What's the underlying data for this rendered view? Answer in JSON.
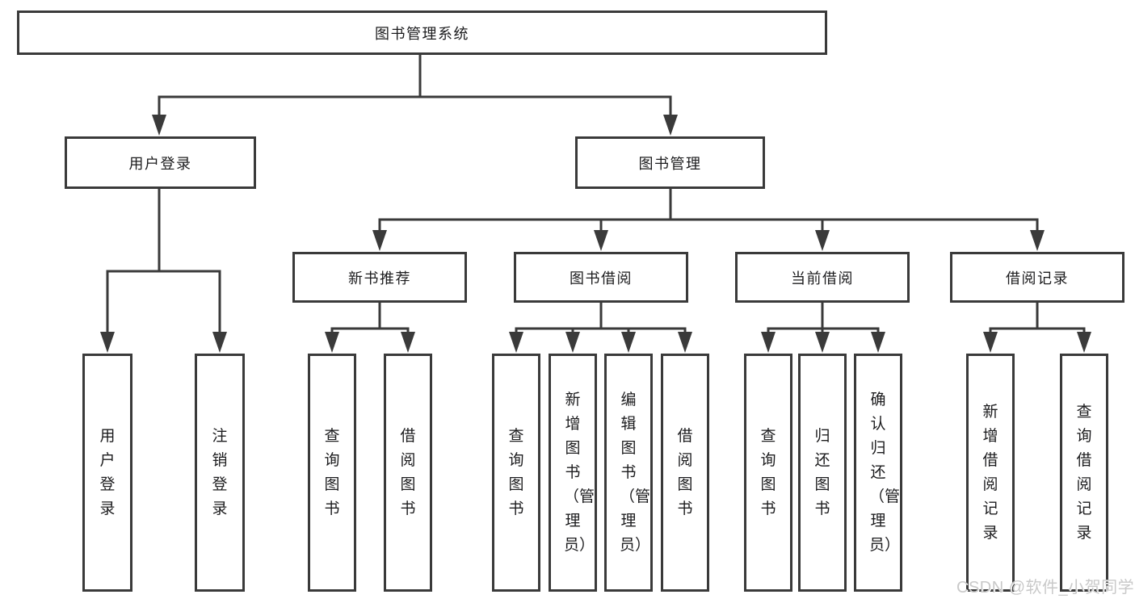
{
  "page": {
    "background": "#ffffff",
    "line_color": "#3a3a3a",
    "text_color": "#1c1c1e",
    "watermark_color": "#c9c9c9"
  },
  "diagram": {
    "root": {
      "label": "图书管理系统"
    },
    "branches": [
      {
        "label": "用户登录",
        "children": [
          {
            "label": "用户登录"
          },
          {
            "label": "注销登录"
          }
        ]
      },
      {
        "label": "图书管理",
        "children": [
          {
            "label": "新书推荐",
            "children": [
              {
                "label": "查询图书"
              },
              {
                "label": "借阅图书"
              }
            ]
          },
          {
            "label": "图书借阅",
            "children": [
              {
                "label": "查询图书"
              },
              {
                "label": "新增图书（管理员）"
              },
              {
                "label": "编辑图书（管理员）"
              },
              {
                "label": "借阅图书"
              }
            ]
          },
          {
            "label": "当前借阅",
            "children": [
              {
                "label": "查询图书"
              },
              {
                "label": "归还图书"
              },
              {
                "label": "确认归还（管理员）"
              }
            ]
          },
          {
            "label": "借阅记录",
            "children": [
              {
                "label": "新增借阅记录"
              },
              {
                "label": "查询借阅记录"
              }
            ]
          }
        ]
      }
    ]
  },
  "watermark": {
    "text": "CSDN @软件_小贺同学"
  }
}
